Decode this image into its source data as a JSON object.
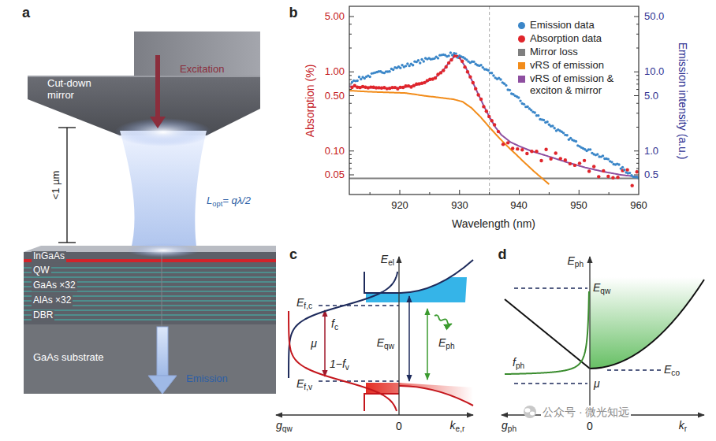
{
  "diagram": {
    "labels": [
      "a",
      "Cut-down mirror",
      "Excitation",
      "<1 µm",
      "L",
      "opt",
      "= qλ/2",
      "InGaAs",
      "QW",
      "GaAs ×32",
      "AlAs ×32",
      "DBR",
      "GaAs substrate",
      "Emission",
      "b",
      "5.00",
      "1.00",
      "0.50",
      "0.10",
      "0.05",
      "Absorption (%)",
      "920",
      "930",
      "940",
      "950",
      "960",
      "Wavelength (nm)",
      "50.0",
      "10.0",
      "5.0",
      "1.0",
      "0.5",
      "Emission intensity (a.u.)",
      "c",
      "E",
      "el",
      "E",
      "f,c",
      "f",
      "c",
      "μ",
      "E",
      "qw",
      "E",
      "ph",
      "1−f",
      "v",
      "E",
      "f,v",
      "g",
      "qw",
      "0",
      "k",
      "e,r",
      "d",
      "E",
      "ph",
      "E",
      "qw",
      "f",
      "ph",
      "E",
      "co",
      "μ",
      "g",
      "ph",
      "0",
      "k",
      "r",
      "公众号 · 微光知远"
    ],
    "legend": [
      {
        "text": "Emission data",
        "color": "#3a86c8"
      },
      {
        "text": "Absorption data",
        "color": "#e0252b"
      },
      {
        "text": "Mirror loss",
        "color": "#7f7f7f"
      },
      {
        "text": "vRS of emission",
        "color": "#f28c1a"
      },
      {
        "text": "vRS of emission & exciton & mirror",
        "color": "#8e4fa0"
      }
    ]
  }
}
